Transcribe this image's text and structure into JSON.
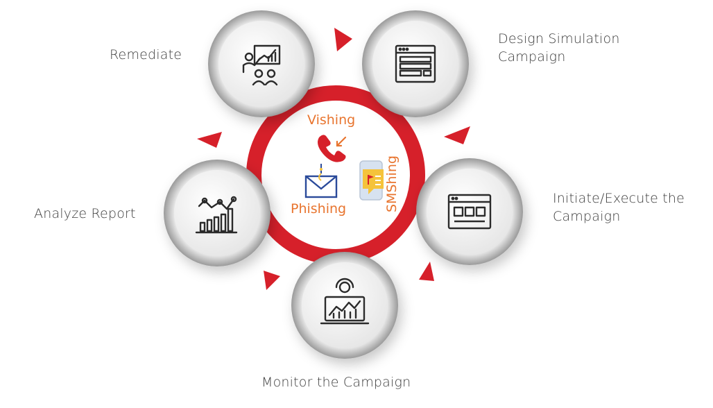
{
  "colors": {
    "ring_red": "#d6202a",
    "accent_orange": "#e8742e",
    "icon_blue": "#2a4a9a",
    "icon_yellow": "#f5c33b",
    "icon_dark": "#2b2b2b",
    "circle_border": "#b5b5b5",
    "text": "#3d3d3d"
  },
  "steps": [
    {
      "id": "remediate",
      "lines": [
        "Remediate"
      ],
      "icon": "presentation-icon"
    },
    {
      "id": "design",
      "lines": [
        "Design Simulation",
        "Campaign"
      ],
      "icon": "webpage-layout-icon"
    },
    {
      "id": "initiate",
      "lines": [
        "Initiate/Execute the",
        "Campaign"
      ],
      "icon": "browser-window-icon"
    },
    {
      "id": "monitor",
      "lines": [
        "Monitor the Campaign"
      ],
      "icon": "laptop-analytics-icon"
    },
    {
      "id": "analyze",
      "lines": [
        "Analyze Report"
      ],
      "icon": "bar-chart-icon"
    }
  ],
  "center": {
    "vishing": "Vishing",
    "phishing": "Phishing",
    "smshing": "SMShing"
  }
}
